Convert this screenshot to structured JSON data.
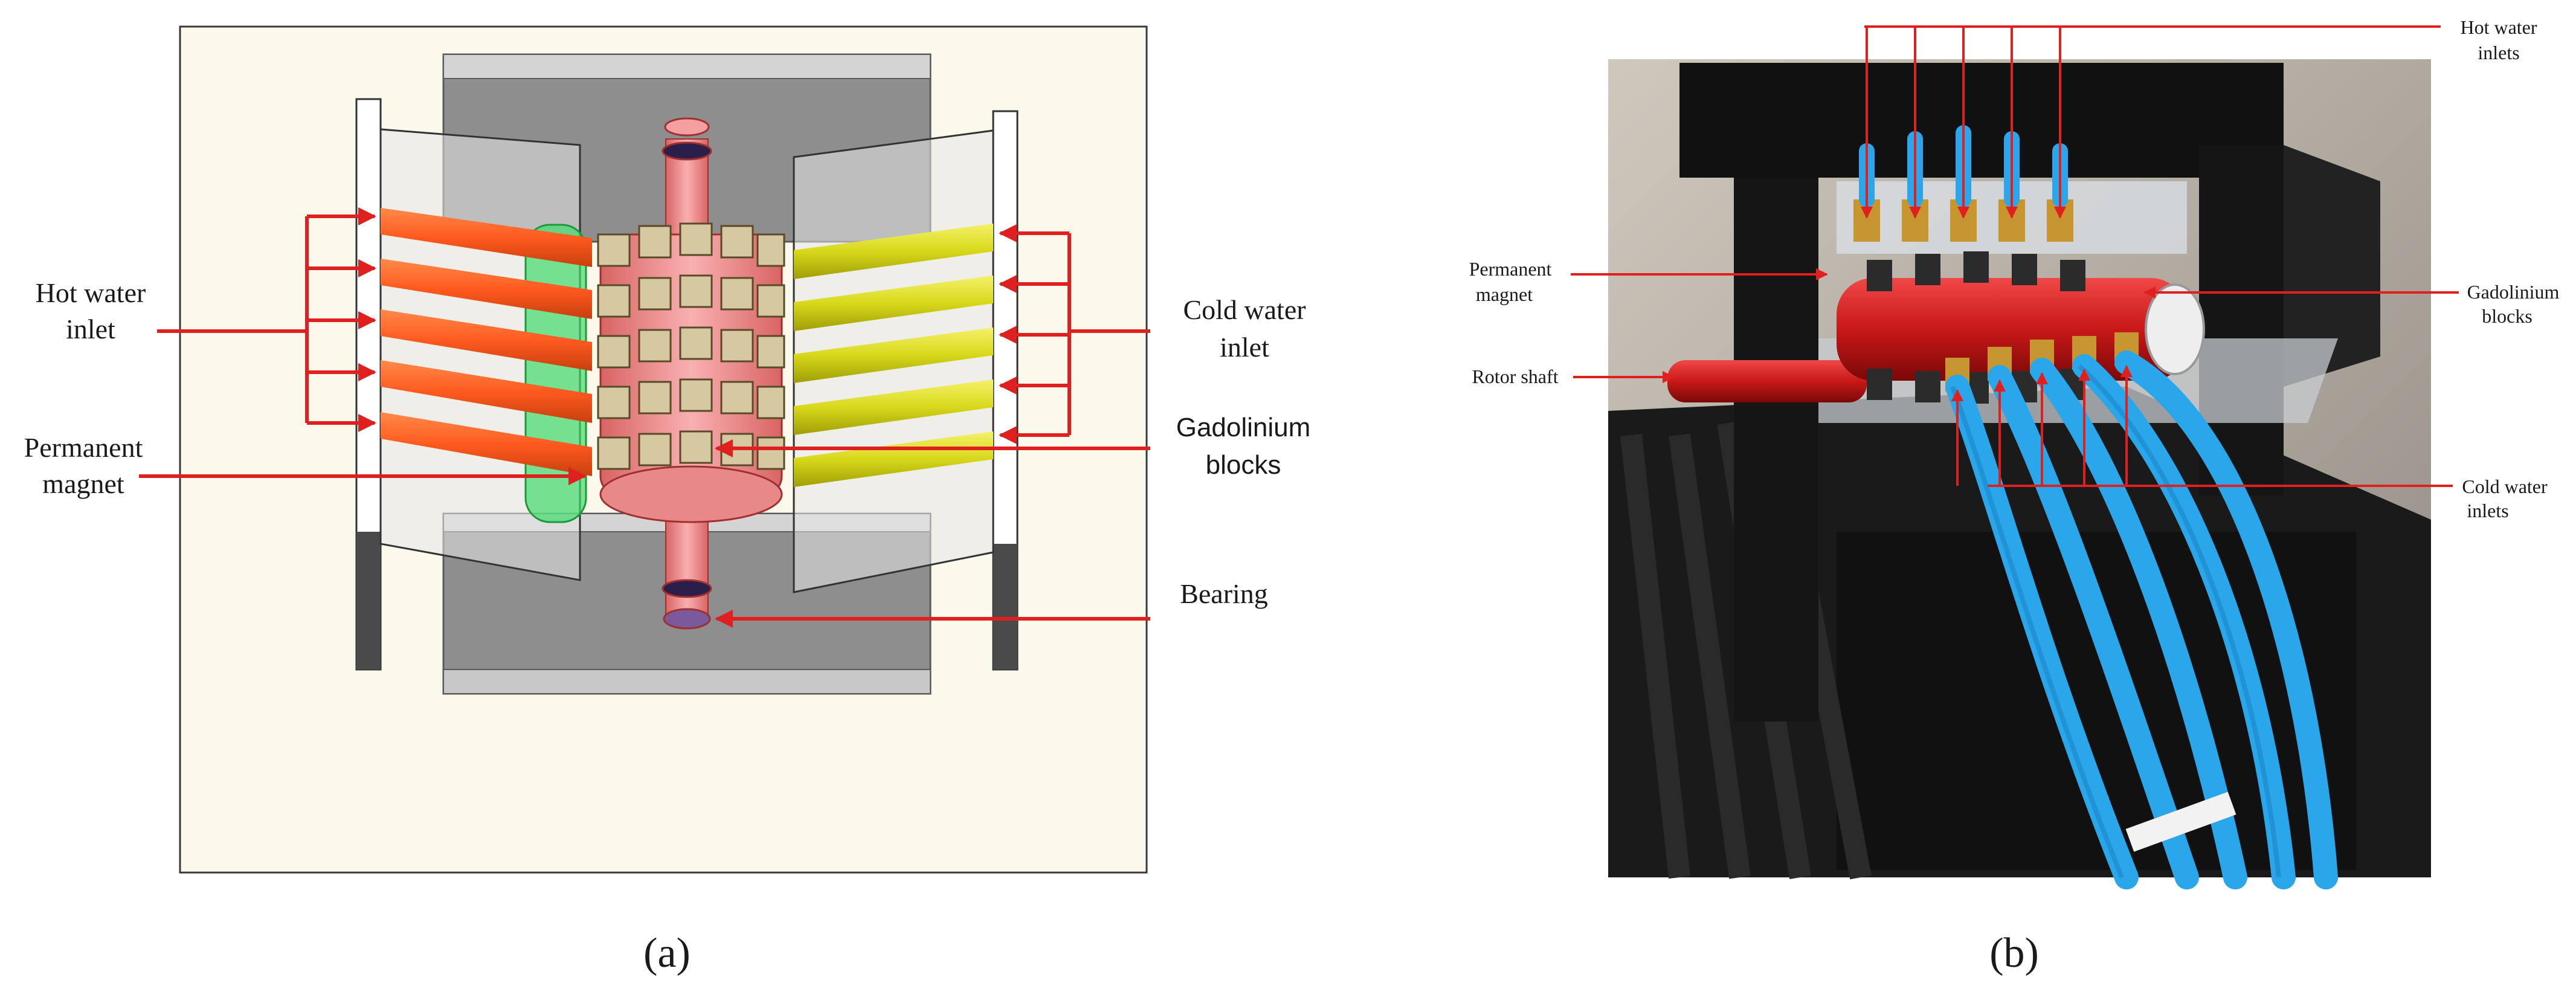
{
  "panel_a": {
    "caption": "(a)",
    "labels": {
      "hot_water_line1": "Hot water",
      "hot_water_line2": "inlet",
      "permanent_magnet_line1": "Permanent",
      "permanent_magnet_line2": "magnet",
      "cold_water_line1": "Cold water",
      "cold_water_line2": "inlet",
      "gadolinium_line1": "Gadolinium",
      "gadolinium_line2": "blocks",
      "bearing": "Bearing"
    }
  },
  "panel_b": {
    "caption": "(b)",
    "labels": {
      "hot_water_line1": "Hot water",
      "hot_water_line2": "inlets",
      "permanent_magnet_line1": "Permanent",
      "permanent_magnet_line2": "magnet",
      "rotor_shaft": "Rotor shaft",
      "gadolinium_line1": "Gadolinium",
      "gadolinium_line2": "blocks",
      "cold_water_line1": "Cold water",
      "cold_water_line2": "inlets"
    }
  },
  "colors": {
    "arrow": "#e0201e",
    "hot_pipe": "#ff5a1f",
    "cold_pipe": "#d8d81a",
    "rotor": "#f08a8a",
    "magnet": "#3fdc6a",
    "plate": "#fbf9ec",
    "tube": "#2aa6ea"
  }
}
